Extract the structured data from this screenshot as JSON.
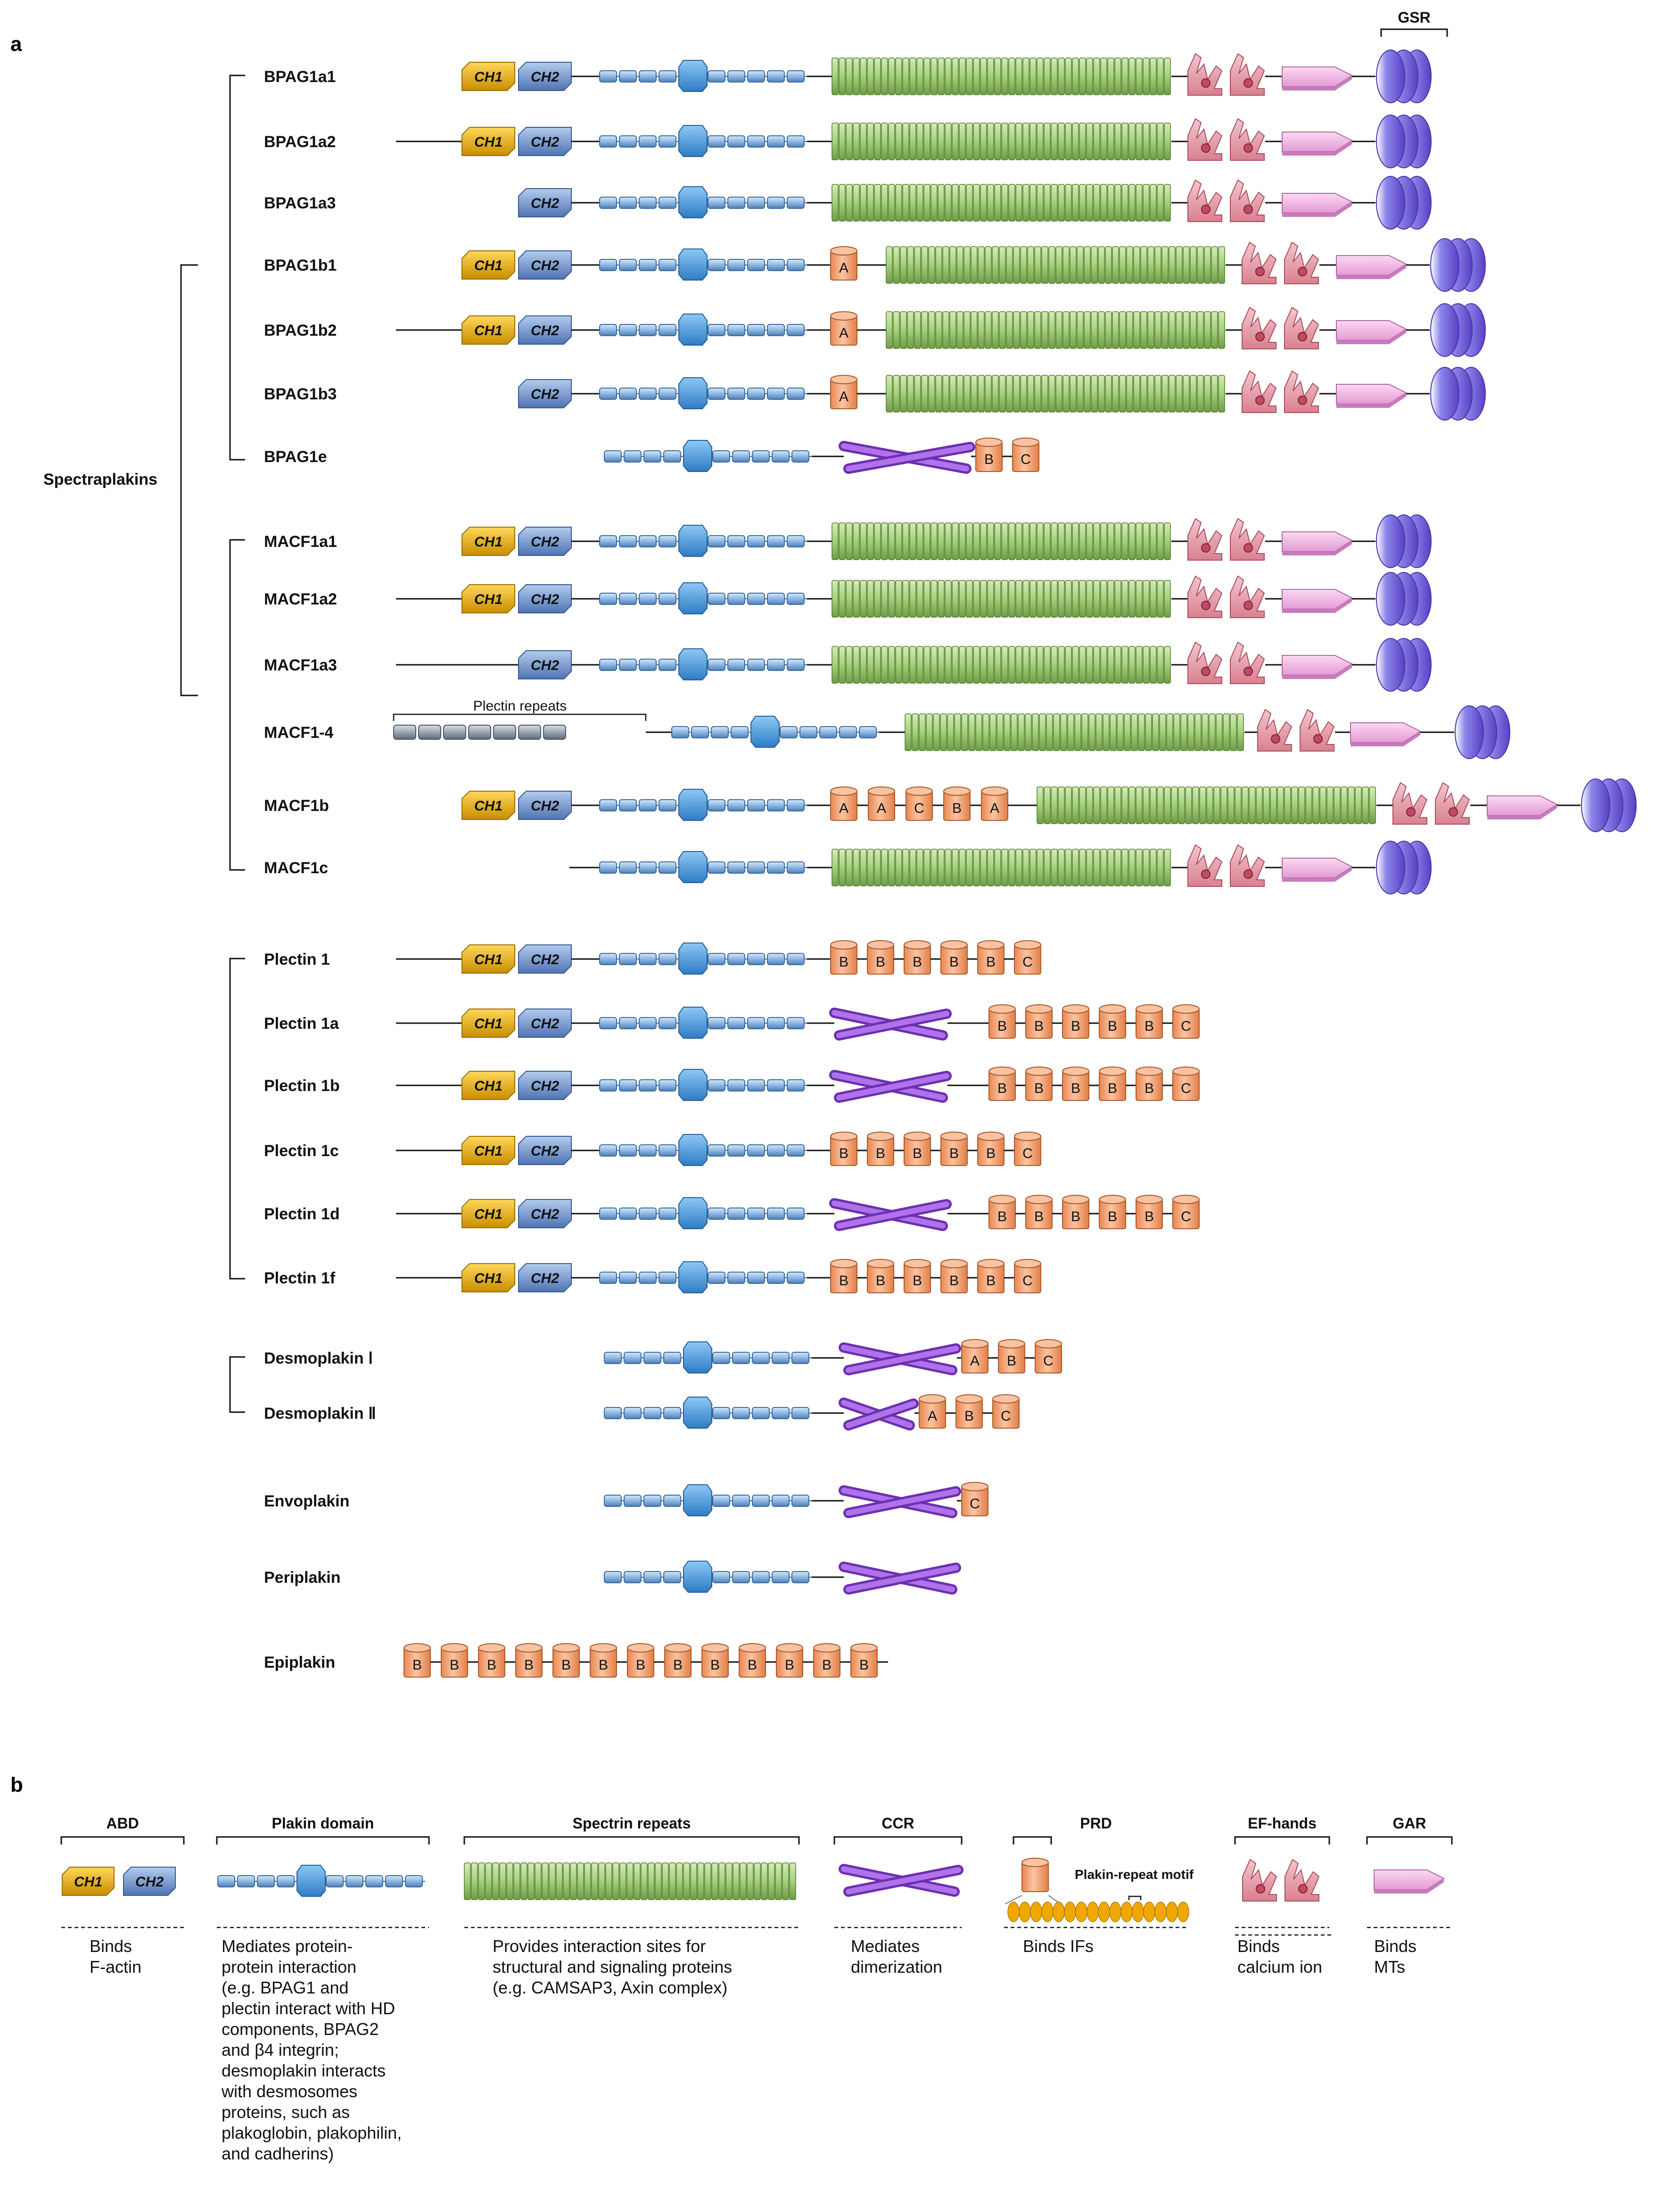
{
  "panels": {
    "a": "a",
    "b": "b"
  },
  "group_labels": {
    "spectraplakins": "Spectraplakins"
  },
  "annotations": {
    "gsr": "GSR",
    "plectin_repeats": "Plectin repeats",
    "plakin_repeat_motif": "Plakin-repeat motif"
  },
  "domain_text": {
    "ch1": "CH1",
    "ch2": "CH2"
  },
  "proteins": [
    {
      "label": "BPAG1a1",
      "lead": false,
      "ch1": true,
      "ch2": true,
      "plakin": true,
      "a_box": false,
      "spectrin": 2,
      "ef": true,
      "gar": true,
      "gsr": true,
      "gsr_label": true,
      "ccr": false,
      "cyl": [],
      "plectin_repeats": false
    },
    {
      "label": "BPAG1a2",
      "lead": true,
      "ch1": true,
      "ch2": true,
      "plakin": true,
      "a_box": false,
      "spectrin": 2,
      "ef": true,
      "gar": true,
      "gsr": true,
      "ccr": false,
      "cyl": [],
      "plectin_repeats": false
    },
    {
      "label": "BPAG1a3",
      "lead": false,
      "ch1": false,
      "ch2": true,
      "plakin": true,
      "a_box": false,
      "spectrin": 2,
      "ef": true,
      "gar": true,
      "gsr": true,
      "ccr": false,
      "cyl": [],
      "plectin_repeats": false
    },
    {
      "label": "BPAG1b1",
      "lead": false,
      "ch1": true,
      "ch2": true,
      "plakin": true,
      "a_box": true,
      "spectrin": 2,
      "ef": true,
      "gar": true,
      "gsr": true,
      "ccr": false,
      "cyl": [],
      "plectin_repeats": false
    },
    {
      "label": "BPAG1b2",
      "lead": true,
      "ch1": true,
      "ch2": true,
      "plakin": true,
      "a_box": true,
      "spectrin": 2,
      "ef": true,
      "gar": true,
      "gsr": true,
      "ccr": false,
      "cyl": [],
      "plectin_repeats": false
    },
    {
      "label": "BPAG1b3",
      "lead": false,
      "ch1": false,
      "ch2": true,
      "plakin": true,
      "a_box": true,
      "spectrin": 2,
      "ef": true,
      "gar": true,
      "gsr": true,
      "ccr": false,
      "cyl": [],
      "plectin_repeats": false
    },
    {
      "label": "BPAG1e",
      "lead": false,
      "ch1": false,
      "ch2": false,
      "plakin": true,
      "a_box": false,
      "spectrin": 0,
      "ef": false,
      "gar": false,
      "gsr": false,
      "ccr": true,
      "cyl": [
        "B",
        "C"
      ],
      "plectin_repeats": false
    },
    {
      "label": "MACF1a1",
      "lead": false,
      "ch1": true,
      "ch2": true,
      "plakin": true,
      "a_box": false,
      "spectrin": 2,
      "ef": true,
      "gar": true,
      "gsr": true,
      "ccr": false,
      "cyl": [],
      "plectin_repeats": false
    },
    {
      "label": "MACF1a2",
      "lead": true,
      "ch1": true,
      "ch2": true,
      "plakin": true,
      "a_box": false,
      "spectrin": 2,
      "ef": true,
      "gar": true,
      "gsr": true,
      "ccr": false,
      "cyl": [],
      "plectin_repeats": false
    },
    {
      "label": "MACF1a3",
      "lead": true,
      "ch1": false,
      "ch2": true,
      "plakin": true,
      "a_box": false,
      "spectrin": 2,
      "ef": true,
      "gar": true,
      "gsr": true,
      "ccr": false,
      "cyl": [],
      "plectin_repeats": false
    },
    {
      "label": "MACF1-4",
      "lead": false,
      "ch1": false,
      "ch2": false,
      "plakin": true,
      "a_box": false,
      "spectrin": 2,
      "ef": true,
      "gar": true,
      "gsr": true,
      "ccr": false,
      "cyl": [],
      "plectin_repeats": true
    },
    {
      "label": "MACF1b",
      "lead": false,
      "ch1": true,
      "ch2": true,
      "plakin": true,
      "a_box": false,
      "spectrin": 2,
      "ef": true,
      "gar": true,
      "gsr": true,
      "ccr": false,
      "cyl": [
        "A",
        "A",
        "C",
        "B",
        "A"
      ],
      "plectin_repeats": false
    },
    {
      "label": "MACF1c",
      "lead": true,
      "ch1": false,
      "ch2": false,
      "plakin": true,
      "a_box": false,
      "spectrin": 2,
      "ef": true,
      "gar": true,
      "gsr": true,
      "ccr": false,
      "cyl": [],
      "plectin_repeats": false
    },
    {
      "label": "Plectin 1",
      "lead": true,
      "ch1": true,
      "ch2": true,
      "plakin": true,
      "a_box": false,
      "spectrin": 0,
      "ef": false,
      "gar": false,
      "gsr": false,
      "ccr": false,
      "cyl": [
        "B",
        "B",
        "B",
        "B",
        "B",
        "C"
      ],
      "plectin_repeats": false
    },
    {
      "label": "Plectin 1a",
      "lead": true,
      "ch1": true,
      "ch2": true,
      "plakin": true,
      "a_box": false,
      "spectrin": 0,
      "ef": false,
      "gar": false,
      "gsr": false,
      "ccr": true,
      "cyl": [
        "B",
        "B",
        "B",
        "B",
        "B",
        "C"
      ],
      "plectin_repeats": false
    },
    {
      "label": "Plectin 1b",
      "lead": true,
      "ch1": true,
      "ch2": true,
      "plakin": true,
      "a_box": false,
      "spectrin": 0,
      "ef": false,
      "gar": false,
      "gsr": false,
      "ccr": true,
      "cyl": [
        "B",
        "B",
        "B",
        "B",
        "B",
        "C"
      ],
      "plectin_repeats": false
    },
    {
      "label": "Plectin 1c",
      "lead": true,
      "ch1": true,
      "ch2": true,
      "plakin": true,
      "a_box": false,
      "spectrin": 0,
      "ef": false,
      "gar": false,
      "gsr": false,
      "ccr": false,
      "cyl": [
        "B",
        "B",
        "B",
        "B",
        "B",
        "C"
      ],
      "plectin_repeats": false
    },
    {
      "label": "Plectin 1d",
      "lead": true,
      "ch1": true,
      "ch2": true,
      "plakin": true,
      "a_box": false,
      "spectrin": 0,
      "ef": false,
      "gar": false,
      "gsr": false,
      "ccr": true,
      "cyl": [
        "B",
        "B",
        "B",
        "B",
        "B",
        "C"
      ],
      "plectin_repeats": false
    },
    {
      "label": "Plectin 1f",
      "lead": true,
      "ch1": true,
      "ch2": true,
      "plakin": true,
      "a_box": false,
      "spectrin": 0,
      "ef": false,
      "gar": false,
      "gsr": false,
      "ccr": false,
      "cyl": [
        "B",
        "B",
        "B",
        "B",
        "B",
        "C"
      ],
      "plectin_repeats": false
    },
    {
      "label": "Desmoplakin Ⅰ",
      "lead": false,
      "ch1": false,
      "ch2": false,
      "plakin": true,
      "a_box": false,
      "spectrin": 0,
      "ef": false,
      "gar": false,
      "gsr": false,
      "ccr": true,
      "cyl": [
        "A",
        "B",
        "C"
      ],
      "plectin_repeats": false
    },
    {
      "label": "Desmoplakin Ⅱ",
      "lead": false,
      "ch1": false,
      "ch2": false,
      "plakin": true,
      "a_box": false,
      "spectrin": 0,
      "ef": false,
      "gar": false,
      "gsr": false,
      "ccr": true,
      "ccr_short": true,
      "cyl": [
        "A",
        "B",
        "C"
      ],
      "plectin_repeats": false
    },
    {
      "label": "Envoplakin",
      "lead": false,
      "ch1": false,
      "ch2": false,
      "plakin": true,
      "a_box": false,
      "spectrin": 0,
      "ef": false,
      "gar": false,
      "gsr": false,
      "ccr": true,
      "cyl": [
        "C"
      ],
      "plectin_repeats": false
    },
    {
      "label": "Periplakin",
      "lead": false,
      "ch1": false,
      "ch2": false,
      "plakin": true,
      "a_box": false,
      "spectrin": 0,
      "ef": false,
      "gar": false,
      "gsr": false,
      "ccr": true,
      "cyl": [],
      "plectin_repeats": false
    },
    {
      "label": "Epiplakin",
      "lead": false,
      "ch1": false,
      "ch2": false,
      "plakin": false,
      "a_box": false,
      "spectrin": 0,
      "ef": false,
      "gar": false,
      "gsr": false,
      "ccr": false,
      "cyl": [
        "B",
        "B",
        "B",
        "B",
        "B",
        "B",
        "B",
        "B",
        "B",
        "B",
        "B",
        "B",
        "B"
      ],
      "plectin_repeats": false
    }
  ],
  "legend": [
    {
      "key": "abd",
      "title": "ABD",
      "desc": [
        "Binds",
        "F-actin"
      ]
    },
    {
      "key": "plakin",
      "title": "Plakin domain",
      "desc": [
        "Mediates protein-",
        "protein interaction",
        "(e.g. BPAG1 and",
        "plectin interact with HD",
        "components, BPAG2",
        "and β4 integrin;",
        "desmoplakin interacts",
        "with desmosomes",
        "proteins, such as",
        "plakoglobin, plakophilin,",
        "and cadherins)"
      ]
    },
    {
      "key": "spectrin",
      "title": "Spectrin repeats",
      "desc": [
        "Provides interaction sites for",
        "structural and signaling proteins",
        "(e.g. CAMSAP3, Axin complex)"
      ]
    },
    {
      "key": "ccr",
      "title": "CCR",
      "desc": [
        "Mediates",
        "dimerization"
      ]
    },
    {
      "key": "prd",
      "title": "PRD",
      "desc": [
        "Binds IFs"
      ]
    },
    {
      "key": "ef",
      "title": "EF-hands",
      "desc": [
        "Binds",
        "calcium ion"
      ]
    },
    {
      "key": "gar",
      "title": "GAR",
      "desc": [
        "Binds",
        "MTs"
      ]
    }
  ],
  "colors": {
    "ch1": "#f0b400",
    "ch2": "#7a9fd6",
    "plakin": "#9cc3ec",
    "plakin_center": "#4f9ee0",
    "spectrin": "#a9d37e",
    "spectrin_edge": "#4f7a2a",
    "cylinder": "#f2a074",
    "cylinder_edge": "#a85a2c",
    "ccr": "#9b4fd8",
    "ef": "#e7a6b2",
    "gar": "#f2b6e4",
    "gsr": "#8f86e6",
    "prd_motif": "#f0a800"
  }
}
